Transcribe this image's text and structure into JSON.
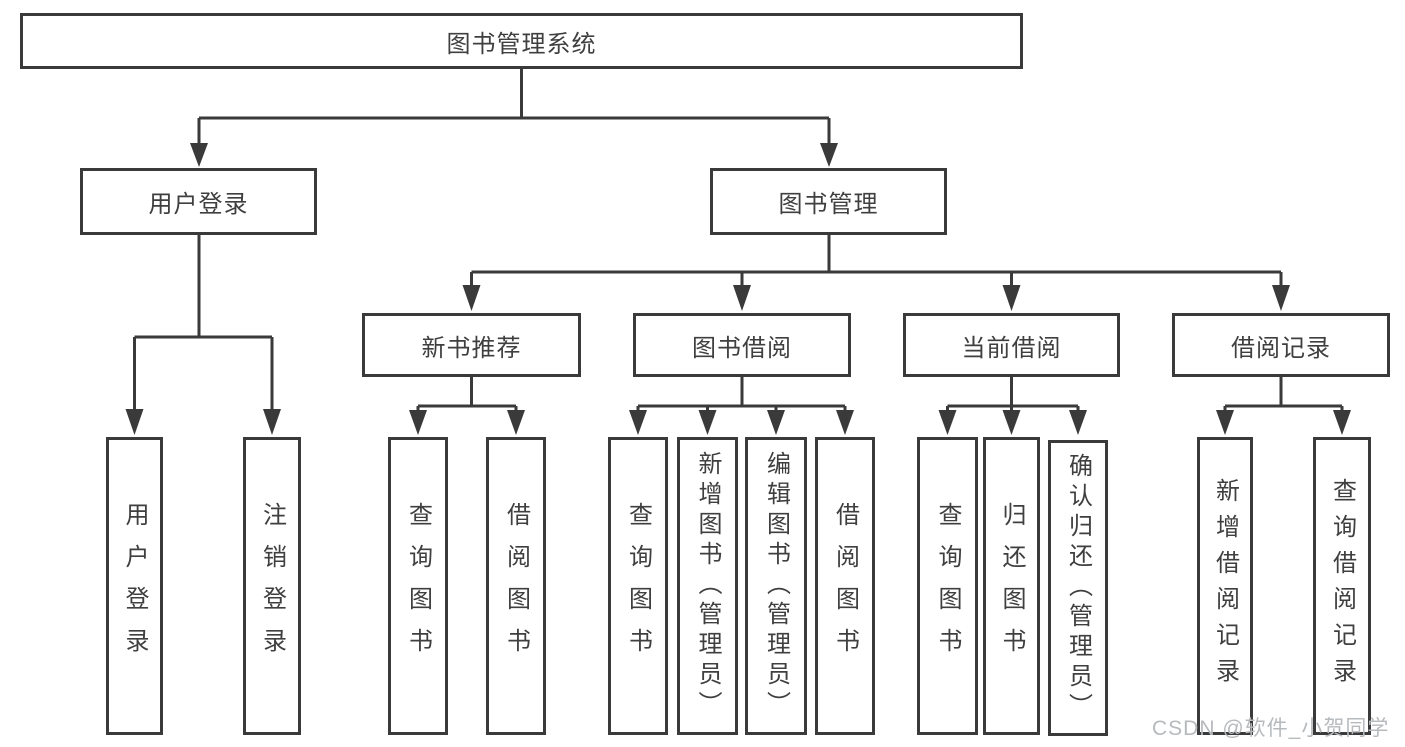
{
  "colors": {
    "line": "#3a3a3a",
    "box-border": "#3a3a3a",
    "text": "#3f3f3f",
    "background": "#ffffff",
    "watermark": "#b6babd"
  },
  "tree": {
    "root": {
      "label": "图书管理系统"
    },
    "level2": [
      {
        "id": "user-login",
        "label": "用户登录"
      },
      {
        "id": "book-management",
        "label": "图书管理"
      }
    ],
    "level3": [
      {
        "id": "new-book-recommend",
        "parent": "图书管理",
        "label": "新书推荐"
      },
      {
        "id": "book-borrowing",
        "parent": "图书管理",
        "label": "图书借阅"
      },
      {
        "id": "current-borrowing",
        "parent": "图书管理",
        "label": "当前借阅"
      },
      {
        "id": "borrowing-records",
        "parent": "图书管理",
        "label": "借阅记录"
      }
    ],
    "leaves": [
      {
        "group": "用户登录",
        "label": "用户登录"
      },
      {
        "group": "用户登录",
        "label": "注销登录"
      },
      {
        "group": "新书推荐",
        "label": "查询图书"
      },
      {
        "group": "新书推荐",
        "label": "借阅图书"
      },
      {
        "group": "图书借阅",
        "label": "查询图书"
      },
      {
        "group": "图书借阅",
        "label": "新增图书（管理员）"
      },
      {
        "group": "图书借阅",
        "label": "编辑图书（管理员）"
      },
      {
        "group": "图书借阅",
        "label": "借阅图书"
      },
      {
        "group": "当前借阅",
        "label": "查询图书"
      },
      {
        "group": "当前借阅",
        "label": "归还图书"
      },
      {
        "group": "当前借阅",
        "label": "确认归还（管理员）"
      },
      {
        "group": "借阅记录",
        "label": "新增借阅记录"
      },
      {
        "group": "借阅记录",
        "label": "查询借阅记录"
      }
    ]
  },
  "watermark": {
    "text": "CSDN @软件_小贺同学"
  }
}
